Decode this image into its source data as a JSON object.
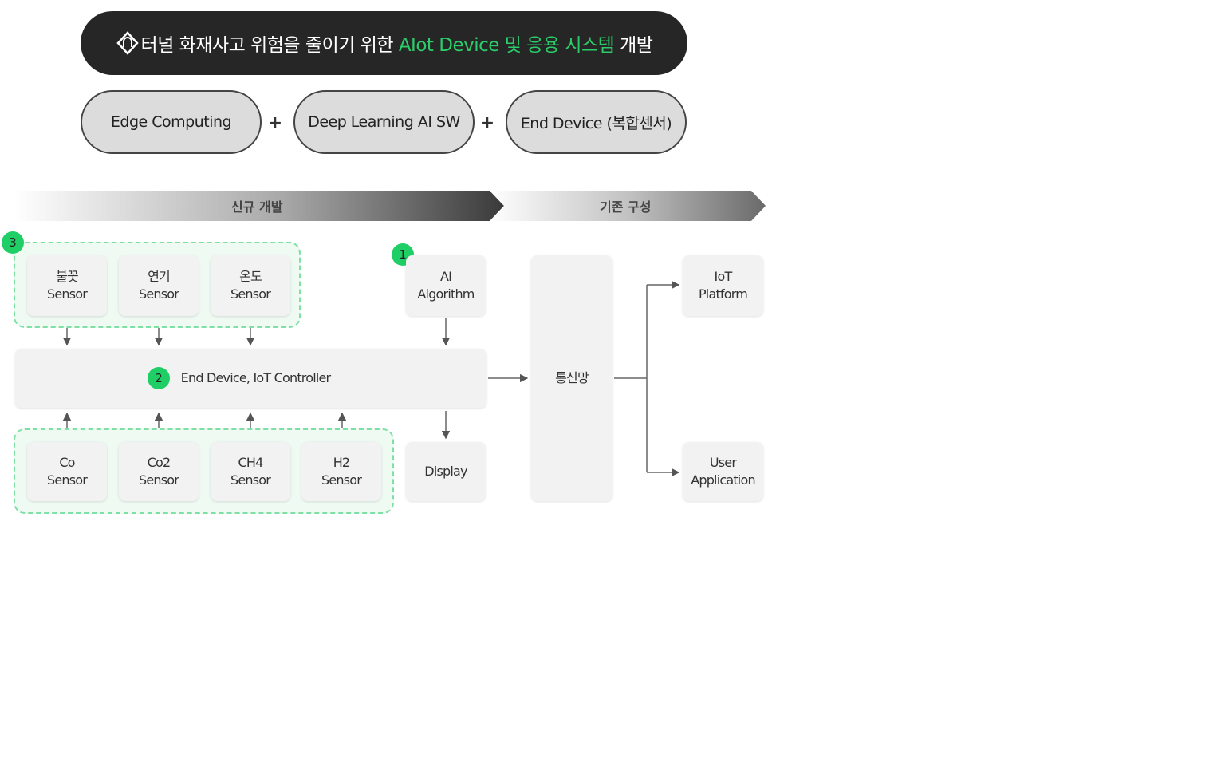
{
  "title": {
    "prefix": "터널 화재사고 위험을 줄이기 위한 ",
    "highlight": "AIot Device 및 응용 시스템",
    "suffix": " 개발",
    "highlight_color": "#2ccc6a"
  },
  "pills": [
    "Edge Computing",
    "Deep Learning AI SW",
    "End Device (복합센서)"
  ],
  "plus": "+",
  "bands": {
    "new": "신규 개발",
    "existing": "기존 구성"
  },
  "badges": {
    "one": "1",
    "two": "2",
    "three": "3"
  },
  "top_sensors": [
    {
      "line1": "불꽃",
      "line2": "Sensor"
    },
    {
      "line1": "연기",
      "line2": "Sensor"
    },
    {
      "line1": "온도",
      "line2": "Sensor"
    }
  ],
  "bottom_sensors": [
    {
      "line1": "Co",
      "line2": "Sensor"
    },
    {
      "line1": "Co2",
      "line2": "Sensor"
    },
    {
      "line1": "CH4",
      "line2": "Sensor"
    },
    {
      "line1": "H2",
      "line2": "Sensor"
    }
  ],
  "ai": {
    "line1": "AI",
    "line2": "Algorithm"
  },
  "controller": "End Device, IoT Controller",
  "display": "Display",
  "network": "통신망",
  "iot_platform": {
    "line1": "IoT",
    "line2": "Platform"
  },
  "user_app": {
    "line1": "User",
    "line2": "Application"
  }
}
